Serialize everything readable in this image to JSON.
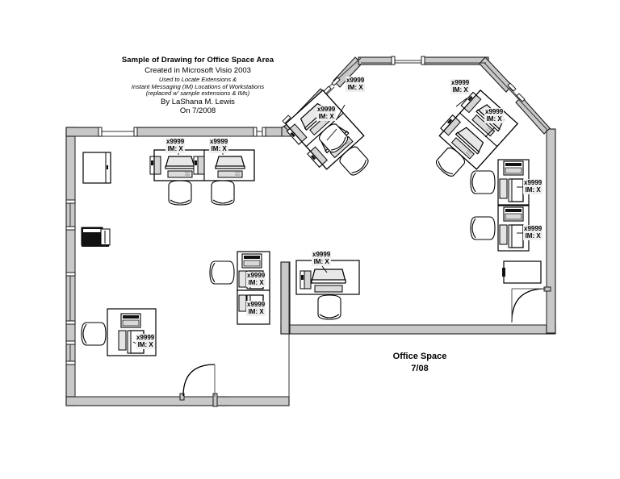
{
  "document": {
    "title_block": {
      "line1": "Sample of Drawing for Office Space Area",
      "line2": "Created in Microsoft Visio 2003",
      "line3": "Used to Locate Extensions &",
      "line4": "Instant Messaging (IM) Locations of Workstations",
      "line5": "(replaced w' sample extensions & IMs)",
      "line6": "By LaShana M. Lewis",
      "line7": "On 7/2008"
    },
    "caption": {
      "line1": "Office Space",
      "line2": "7/08"
    }
  },
  "legend": {
    "extension_label": "x9999",
    "im_label": "IM: X"
  },
  "colors": {
    "background": "#ffffff",
    "wall_fill": "#c8c8c8",
    "wall_stroke": "#1a1a1a",
    "furniture_stroke": "#000000",
    "furniture_fill": "#ffffff",
    "monitor_fill": "#e8e8e8",
    "keyboard_fill": "#dcdcdc",
    "cpu_fill": "#d0d0d0",
    "callout_fill": "#efefef",
    "printer_dark": "#111111"
  },
  "workstations": [
    {
      "id": "ws-nw-1",
      "zone": "north-room",
      "extension": "x9999",
      "im": "IM: X"
    },
    {
      "id": "ws-nw-2",
      "zone": "north-room",
      "extension": "x9999",
      "im": "IM: X"
    },
    {
      "id": "ws-bay-left-upper",
      "zone": "angled-bay",
      "extension": "x9999",
      "im": "IM: X"
    },
    {
      "id": "ws-bay-left-lower",
      "zone": "angled-bay",
      "extension": "x9999",
      "im": "IM: X"
    },
    {
      "id": "ws-bay-right-upper",
      "zone": "angled-bay",
      "extension": "x9999",
      "im": "IM: X"
    },
    {
      "id": "ws-bay-right-lower",
      "zone": "angled-bay",
      "extension": "x9999",
      "im": "IM: X"
    },
    {
      "id": "ws-east-upper",
      "zone": "east-wall",
      "extension": "x9999",
      "im": "IM: X"
    },
    {
      "id": "ws-east-lower",
      "zone": "east-wall",
      "extension": "x9999",
      "im": "IM: X"
    },
    {
      "id": "ws-center-upper",
      "zone": "center-cluster",
      "extension": "x9999",
      "im": "IM: X"
    },
    {
      "id": "ws-center-lower",
      "zone": "center-cluster",
      "extension": "x9999",
      "im": "IM: X"
    },
    {
      "id": "ws-center-right",
      "zone": "center-cluster",
      "extension": "x9999",
      "im": "IM: X"
    },
    {
      "id": "ws-southwest",
      "zone": "south-west",
      "extension": "x9999",
      "im": "IM: X"
    }
  ],
  "fixtures": [
    {
      "id": "cabinet-nw",
      "name": "cabinet"
    },
    {
      "id": "printer-west",
      "name": "printer"
    },
    {
      "id": "table-east",
      "name": "table"
    },
    {
      "id": "door-south",
      "name": "door"
    },
    {
      "id": "door-east",
      "name": "door"
    }
  ]
}
